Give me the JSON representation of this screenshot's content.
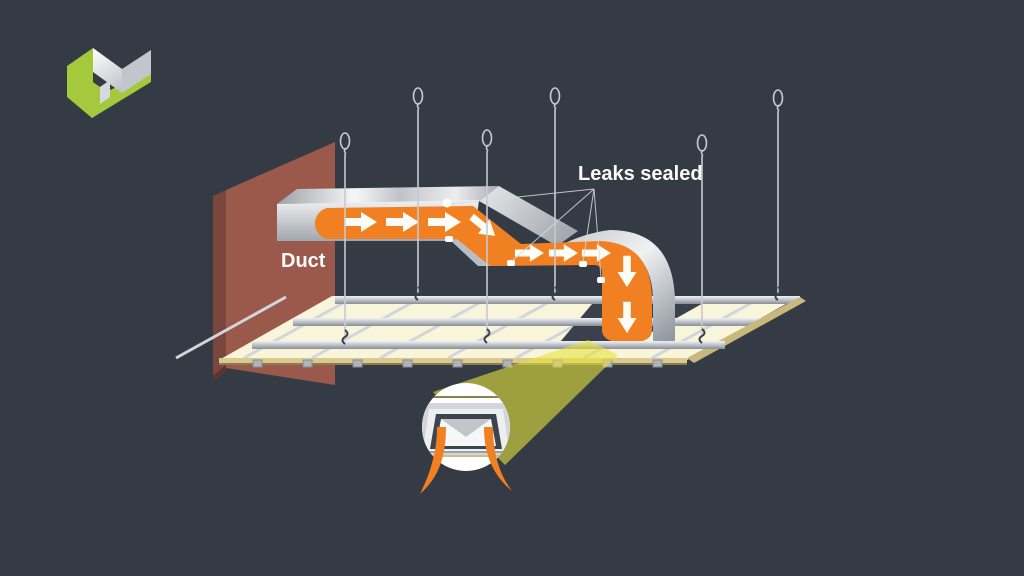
{
  "labels": {
    "duct": "Duct",
    "leaks": "Leaks sealed"
  },
  "logo": {
    "icon": "isometric-m-logo",
    "green": "#A5C93C",
    "gray": "#C9CDD3"
  },
  "scene": {
    "airflow_arrow_count": 9,
    "hanger_wire_count": 6,
    "seal_point_count": 5,
    "leader_line_count": 4,
    "callout": "ceiling-diffuser-magnified-view"
  },
  "colors": {
    "bg": "#343B45",
    "accent": "#F08021",
    "silver": "#C9CDD3",
    "silver-dark": "#8F959D",
    "ceiling": "#F9F5DB",
    "ceiling-edge": "#D9C98F",
    "wall-front": "#9A594B",
    "wall-side": "#7B463E",
    "wall-bottom": "#5C352F",
    "beam": "#E6E23C",
    "hole": "#3A414C",
    "white": "#FFFFFF"
  }
}
